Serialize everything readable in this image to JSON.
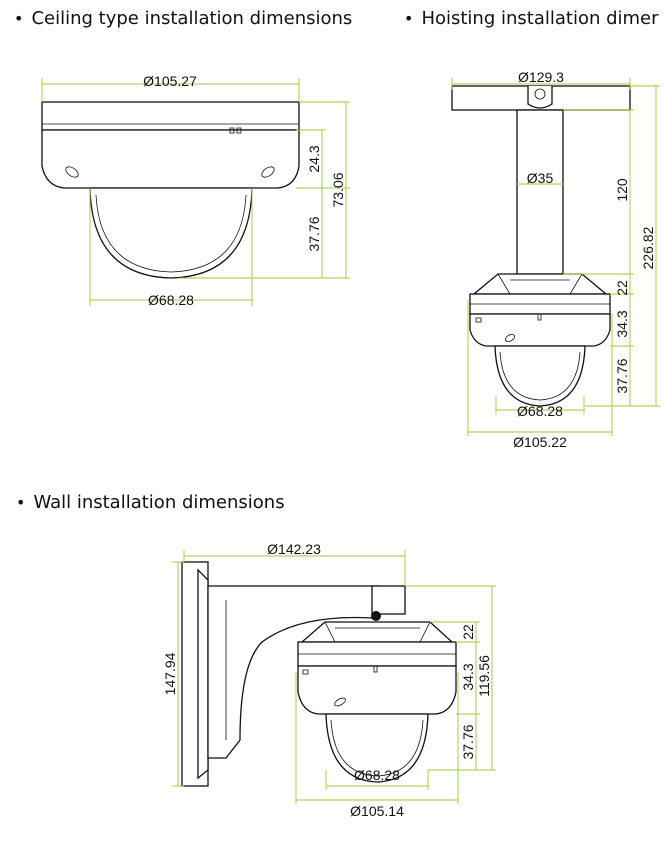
{
  "headings": {
    "ceiling": "Ceiling type installation dimensions",
    "hoisting": "Hoisting installation dimer",
    "wall": "Wall installation dimensions"
  },
  "ceiling": {
    "width": "Ø105.27",
    "base_height": "24.3",
    "dome_height": "37.76",
    "total_height": "73.06",
    "dome_width": "Ø68.28"
  },
  "hoisting": {
    "plate_width": "Ø129.3",
    "pole_width": "Ø35",
    "pole_height": "120",
    "total_height": "226.82",
    "cap_height": "22",
    "base_height": "34.3",
    "dome_height": "37.76",
    "dome_width": "Ø68.28",
    "width": "Ø105.22"
  },
  "wall": {
    "reach": "Ø142.23",
    "plate_height": "147.94",
    "cap_height": "22",
    "total_height": "119.56",
    "base_height": "34.3",
    "dome_height": "37.76",
    "dome_width": "Ø68.28",
    "width": "Ø105.14"
  },
  "colors": {
    "dimension_line": "#9acd32",
    "outline": "#111111"
  }
}
